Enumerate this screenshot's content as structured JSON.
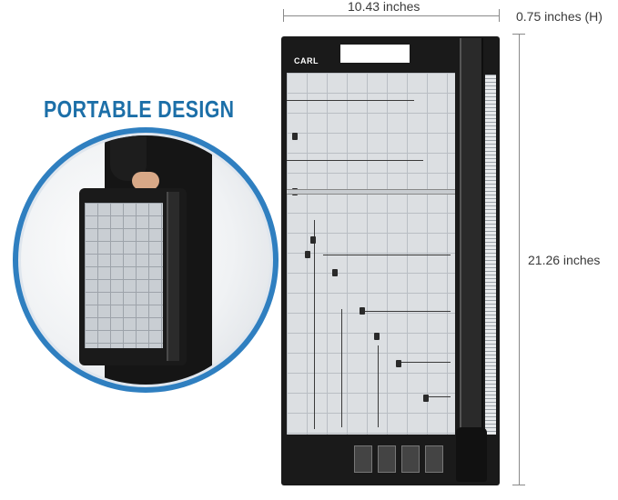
{
  "headline": "PORTABLE DESIGN",
  "dimensions": {
    "width": "10.43 inches",
    "depth": "0.75 inches (H)",
    "height": "21.26 inches"
  },
  "product": {
    "brand_logo": "CARL"
  },
  "colors": {
    "headline": "#1c6fa8",
    "circle_border": "#2f7fc0",
    "cutter_body": "#1a1a1a",
    "board": "#dcdfe2"
  }
}
